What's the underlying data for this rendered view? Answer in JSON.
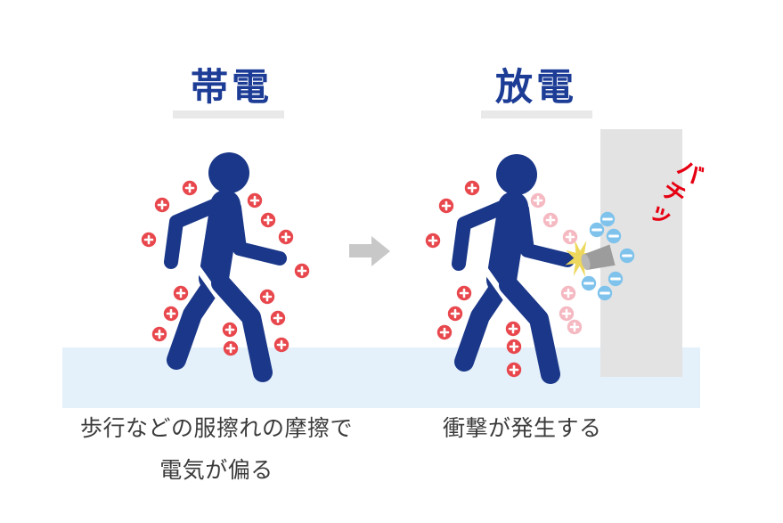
{
  "scene": {
    "titles": {
      "left": "帯電",
      "right": "放電"
    },
    "captions": {
      "left_line1": "歩行などの服擦れの摩擦で",
      "left_line2": "電気が偏る",
      "right": "衝撃が発生する"
    },
    "sound_effect": "バチッ",
    "symbols": {
      "positive_charge": "+",
      "negative_charge": "−"
    },
    "colors": {
      "figure_blue": "#1a3789",
      "title_blue": "#1c3c96",
      "plus_red": "#e8484d",
      "plus_pink_faded": "#f5b9c2",
      "minus_blue": "#7fc3ec",
      "spark_yellow": "#edd75c",
      "floor_light_blue": "#e4f1fb",
      "wall_gray": "#e3e3e3",
      "arrow_gray": "#c8c8c8",
      "underline_gray": "#e9e9e9",
      "sound_red": "#e60012",
      "caption_text": "#3b3b3b",
      "knob_gray": "#9c9c9c",
      "knob_cap_gray": "#b7b7b7"
    }
  }
}
